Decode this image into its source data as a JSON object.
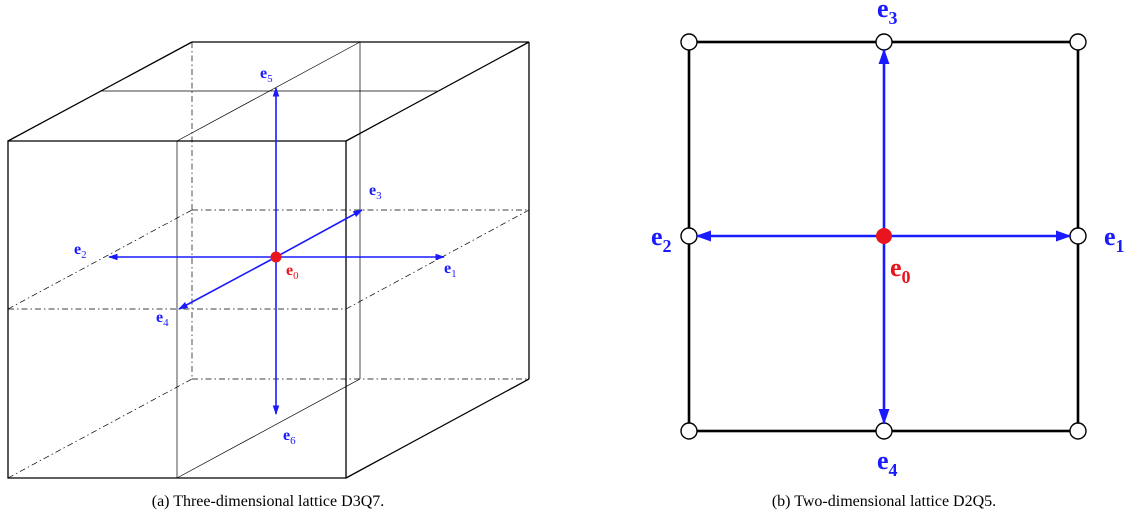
{
  "panels": {
    "a": {
      "caption": "(a) Three-dimensional lattice D3Q7.",
      "vectors": [
        {
          "base": "e",
          "sub": "0"
        },
        {
          "base": "e",
          "sub": "1"
        },
        {
          "base": "e",
          "sub": "2"
        },
        {
          "base": "e",
          "sub": "3"
        },
        {
          "base": "e",
          "sub": "4"
        },
        {
          "base": "e",
          "sub": "5"
        },
        {
          "base": "e",
          "sub": "6"
        }
      ]
    },
    "b": {
      "caption": "(b) Two-dimensional lattice D2Q5.",
      "vectors": [
        {
          "base": "e",
          "sub": "0"
        },
        {
          "base": "e",
          "sub": "1"
        },
        {
          "base": "e",
          "sub": "2"
        },
        {
          "base": "e",
          "sub": "3"
        },
        {
          "base": "e",
          "sub": "4"
        }
      ]
    }
  },
  "colors": {
    "vector": "#1a1aff",
    "center_node": "#e8141e",
    "lattice_line": "#000000"
  }
}
